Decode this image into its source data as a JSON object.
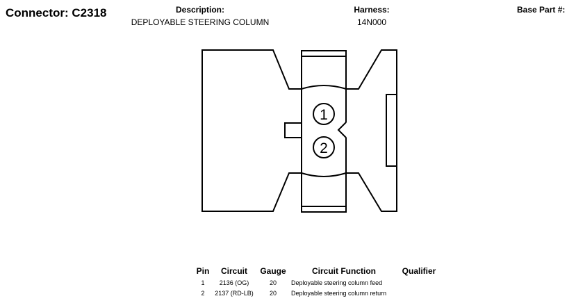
{
  "connector": {
    "title": "Connector: C2318"
  },
  "header": {
    "description_label": "Description:",
    "description_value": "DEPLOYABLE STEERING COLUMN",
    "harness_label": "Harness:",
    "harness_value": "14N000",
    "base_part_label": "Base Part #:"
  },
  "diagram": {
    "pin_labels": [
      "1",
      "2"
    ]
  },
  "table": {
    "headers": {
      "pin": "Pin",
      "circuit": "Circuit",
      "gauge": "Gauge",
      "function": "Circuit Function",
      "qualifier": "Qualifier"
    },
    "rows": [
      {
        "pin": "1",
        "circuit": "2136 (OG)",
        "gauge": "20",
        "function": "Deployable steering column feed",
        "qualifier": ""
      },
      {
        "pin": "2",
        "circuit": "2137 (RD-LB)",
        "gauge": "20",
        "function": "Deployable steering column return",
        "qualifier": ""
      }
    ]
  }
}
